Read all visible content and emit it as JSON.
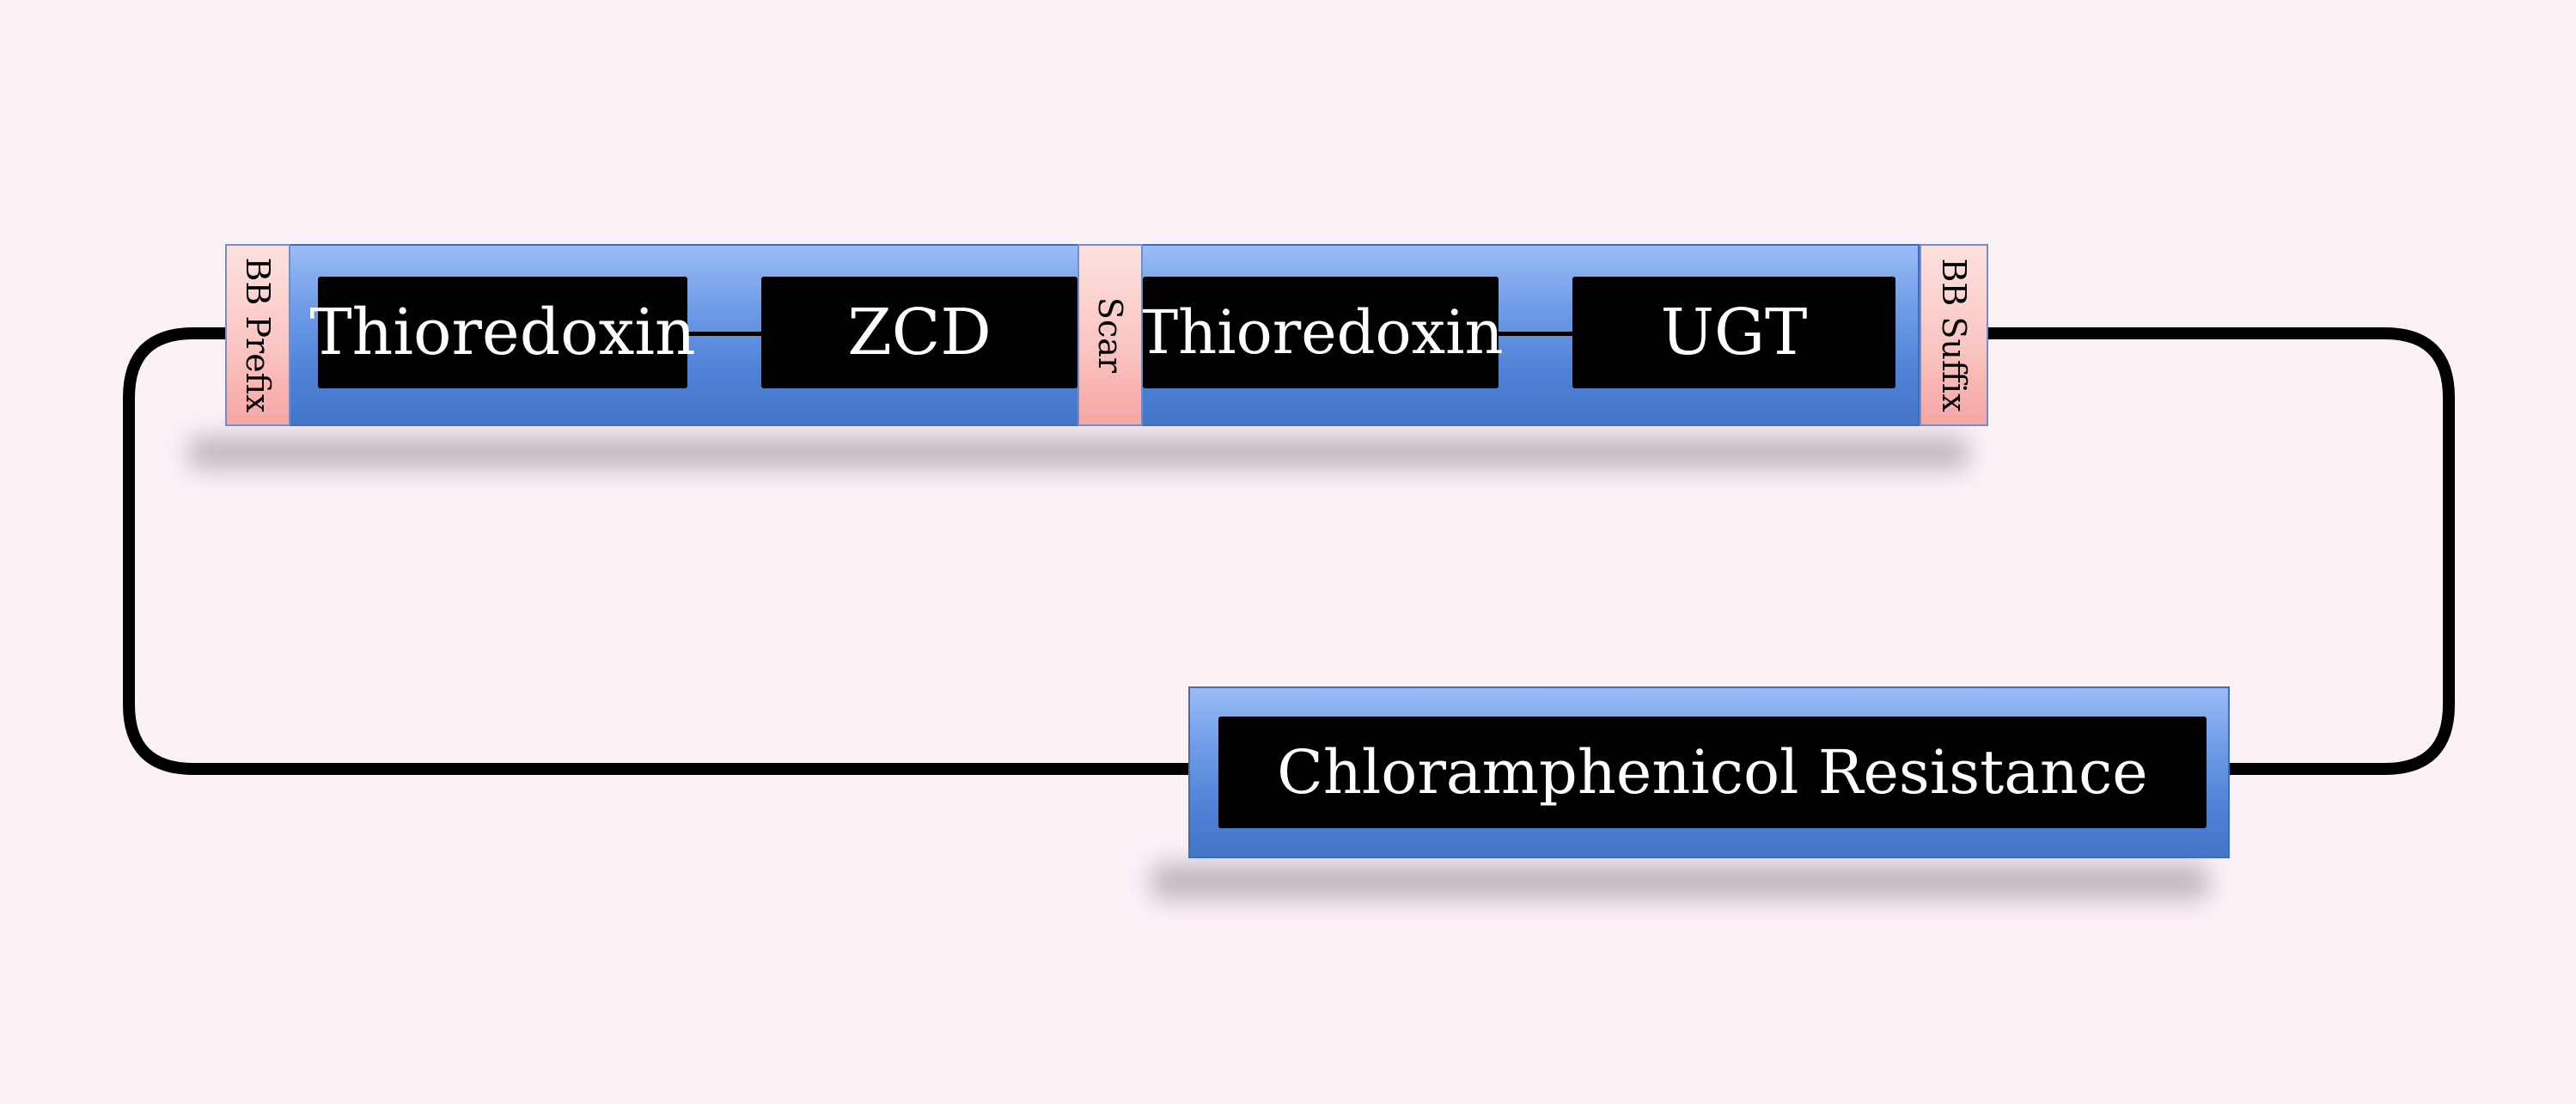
{
  "diagram": {
    "construct": {
      "prefix_label": "BB Prefix",
      "scar_label": "Scar",
      "suffix_label": "BB Suffix",
      "genes": [
        {
          "label": "Thioredoxin"
        },
        {
          "label": "ZCD"
        },
        {
          "label": "Thioredoxin"
        },
        {
          "label": "UGT"
        }
      ]
    },
    "backbone": {
      "marker_label": "Chloramphenicol Resistance"
    },
    "colors": {
      "background": "#fdf1f8",
      "part_fill": "#6f9ce8",
      "gene_fill": "#000000",
      "site_fill": "#fbc6c3",
      "loop_line": "#000000"
    }
  }
}
